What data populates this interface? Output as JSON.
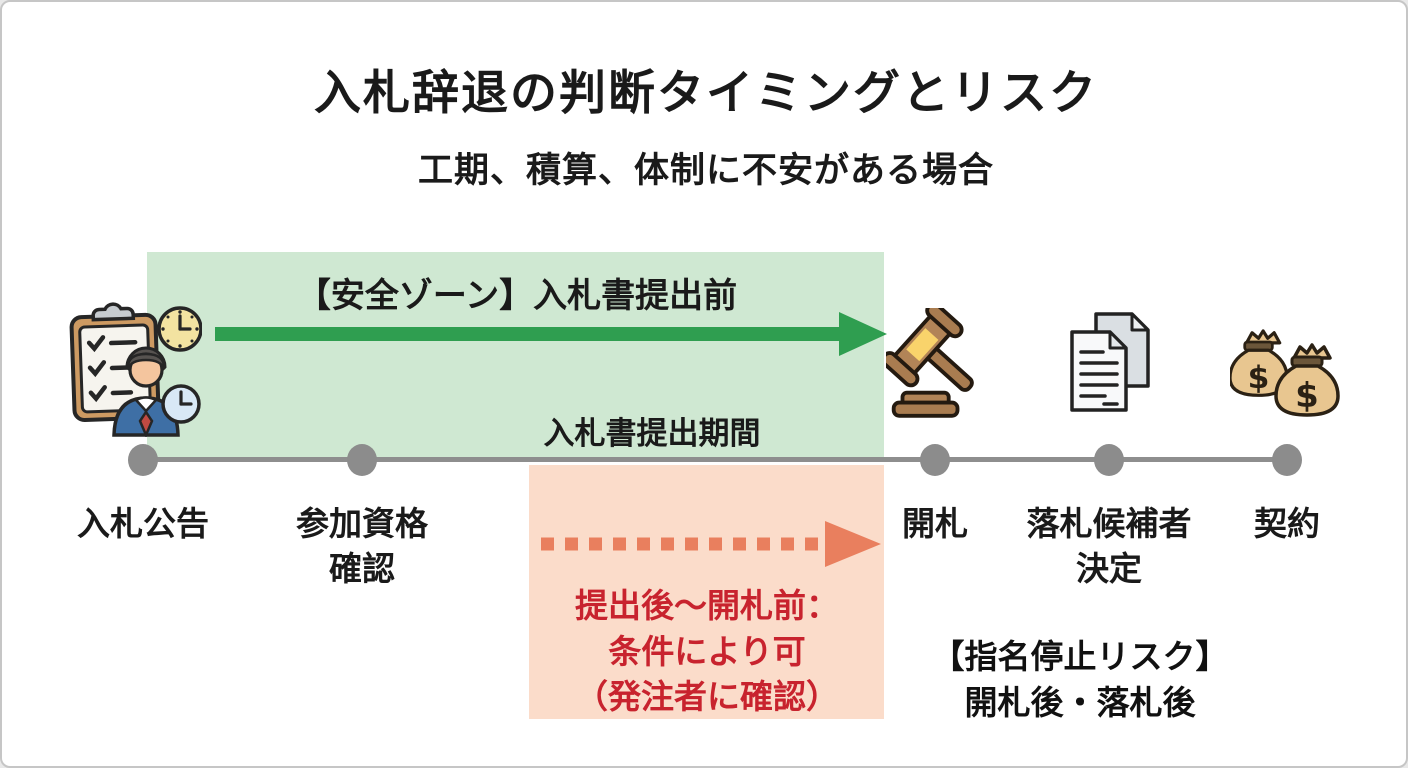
{
  "page": {
    "title": "入札辞退の判断タイミングとリスク",
    "subtitle": "工期、積算、体制に不安がある場合"
  },
  "safe_zone": {
    "label": "【安全ゾーン】入札書提出前",
    "period_label": "入札書提出期間"
  },
  "conditional_zone": {
    "lines": [
      "提出後〜開札前：",
      "条件により可",
      "（発注者に確認）"
    ]
  },
  "risk_note": {
    "lines": [
      "【指名停止リスク】",
      "開札後・落札後"
    ]
  },
  "timeline": {
    "events": [
      {
        "label_lines": [
          "入札公告"
        ],
        "icon": "clipboard-schedule-icon"
      },
      {
        "label_lines": [
          "参加資格",
          "確認"
        ],
        "icon": ""
      },
      {
        "label_lines": [
          "開札"
        ],
        "icon": "gavel-icon"
      },
      {
        "label_lines": [
          "落札候補者",
          "決定"
        ],
        "icon": "documents-icon"
      },
      {
        "label_lines": [
          "契約"
        ],
        "icon": "money-bags-icon"
      }
    ]
  },
  "colors": {
    "safe_zone_bg": "#cfe8d2",
    "safe_arrow_green": "#2f9e50",
    "conditional_zone_bg": "#fbdcca",
    "conditional_arrow_salmon": "#e97f5e",
    "warning_text_red": "#c8232e",
    "timeline_gray": "#8c8c8c"
  }
}
